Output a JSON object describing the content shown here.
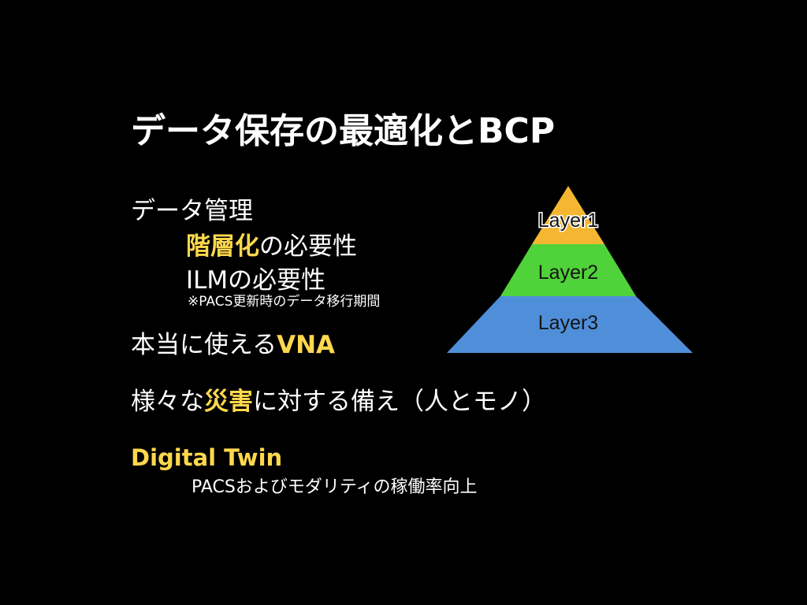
{
  "slide": {
    "title": "データ保存の最適化とBCP",
    "data_management": {
      "heading": "データ管理",
      "items": [
        {
          "highlight": "階層化",
          "rest": "の必要性"
        },
        {
          "text": "ILMの必要性"
        }
      ],
      "note": "※PACS更新時のデータ移行期間"
    },
    "vna": {
      "prefix": "本当に使える",
      "highlight": "VNA"
    },
    "disaster": {
      "prefix": "様々な",
      "highlight": "災害",
      "suffix": "に対する備え（人とモノ）"
    },
    "digital_twin": {
      "heading": "Digital Twin",
      "sub": "PACSおよびモダリティの稼働率向上"
    }
  },
  "pyramid": {
    "layers": [
      {
        "label": "Layer1",
        "color": "#f5b731"
      },
      {
        "label": "Layer2",
        "color": "#4fd23a"
      },
      {
        "label": "Layer3",
        "color": "#4f8fda"
      }
    ]
  },
  "colors": {
    "background": "#000000",
    "text": "#ffffff",
    "highlight": "#ffd84d"
  }
}
